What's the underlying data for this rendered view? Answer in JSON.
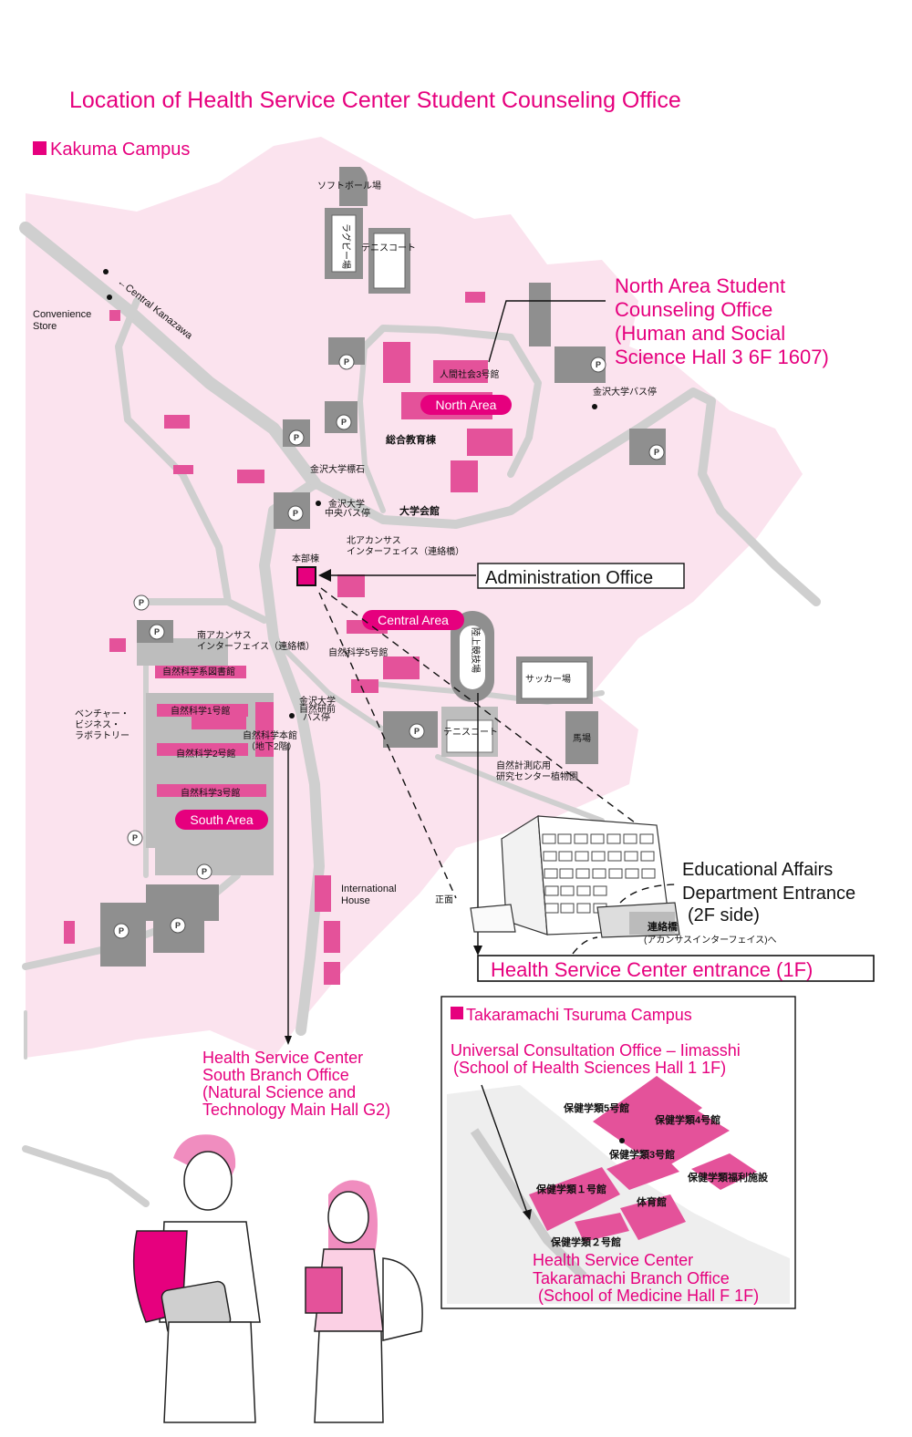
{
  "title": "Location of Health Service Center Student Counseling Office",
  "kakuma": {
    "heading": "Kakuma Campus",
    "areas": {
      "north": "North Area",
      "central": "Central Area",
      "south": "South Area"
    },
    "road_label": "←Central Kanazawa",
    "convenience": [
      "Convenience",
      "Store"
    ],
    "international": [
      "International",
      "House"
    ],
    "admin_label": "Administration Office",
    "north_callout": [
      "North Area Student",
      "Counseling Office",
      "(Human and Social",
      "Science Hall 3 6F  1607)"
    ],
    "south_callout": [
      "Health Service Center",
      "South Branch Office",
      "(Natural Science and",
      "Technology Main Hall G2)"
    ],
    "edu_entrance": [
      "Educational Affairs",
      "Department Entrance",
      "(2F side)"
    ],
    "hsc_entrance": "Health Service Center entrance (1F)",
    "front_label": "正面",
    "bridge_label": [
      "連絡橋",
      "(アカンサスインターフェイス)へ"
    ],
    "jp_labels": {
      "softball": "ソフトボール場",
      "rugby": "ラグビー場",
      "tennis_n": "テニスコート",
      "hss3": "人間社会3号館",
      "sogo": "総合教育棟",
      "monument": "金沢大学標石",
      "bus_central": [
        "金沢大学",
        "中央バス停"
      ],
      "daigaku_kaikan": "大学会館",
      "kita_bridge": [
        "北アカンサス",
        "インターフェイス（連絡橋）"
      ],
      "honbu": "本部棟",
      "bus_kanazawa": "金沢大学バス停",
      "minami_bridge": [
        "南アカンサス",
        "インターフェイス（連絡橋）"
      ],
      "ns5": "自然科学5号館",
      "track": "陸上競技場",
      "soccer": "サッカー場",
      "tennis_c": "テニスコート",
      "uma": "馬場",
      "lib": "自然科学系図書館",
      "ns1": "自然科学1号館",
      "venture": [
        "ベンチャー・",
        "ビジネス・",
        "ラボラトリー"
      ],
      "bus_shizen": [
        "金沢大学",
        "自然研前",
        "バス停"
      ],
      "ns_main": [
        "自然科学本館",
        "（地下2階）"
      ],
      "ns2": "自然科学2号館",
      "ns3": "自然科学3号館",
      "botanical": [
        "自然計測応用",
        "研究センター植物園"
      ]
    },
    "parking": "P"
  },
  "takaramachi": {
    "heading": "Takaramachi Tsuruma Campus",
    "universal": [
      "Universal Consultation Office – Iimasshi",
      "(School of Health Sciences Hall 1 1F)"
    ],
    "branch": [
      "Health Service Center",
      "Takaramachi Branch Office",
      "(School of Medicine Hall F 1F)"
    ],
    "labels": {
      "h5": "保健学類5号館",
      "h4": "保健学類4号館",
      "h3": "保健学類3号館",
      "welfare": "保健学類福利施設",
      "h1": "保健学類１号館",
      "gym": "体育館",
      "h2": "保健学類２号館"
    }
  },
  "colors": {
    "accent": "#e6007e",
    "campus_fill": "#fbe3ee",
    "road": "#cfcfcf",
    "building_pink": "#e4529a",
    "building_gray": "#8f8f8f"
  }
}
